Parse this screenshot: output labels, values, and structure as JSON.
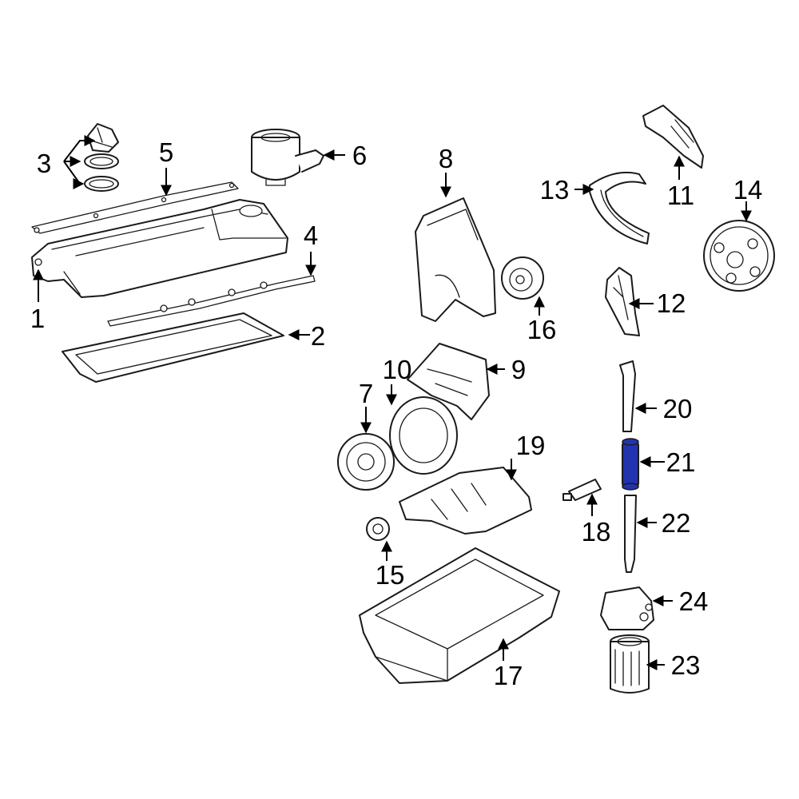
{
  "diagram": {
    "highlight_color": "#2233b0",
    "line_color": "#1a1a1a",
    "highlighted_part": "21",
    "callouts": [
      {
        "id": "1",
        "label": "1"
      },
      {
        "id": "2",
        "label": "2"
      },
      {
        "id": "3",
        "label": "3"
      },
      {
        "id": "4",
        "label": "4"
      },
      {
        "id": "5",
        "label": "5"
      },
      {
        "id": "6",
        "label": "6"
      },
      {
        "id": "7",
        "label": "7"
      },
      {
        "id": "8",
        "label": "8"
      },
      {
        "id": "9",
        "label": "9"
      },
      {
        "id": "10",
        "label": "10"
      },
      {
        "id": "11",
        "label": "11"
      },
      {
        "id": "12",
        "label": "12"
      },
      {
        "id": "13",
        "label": "13"
      },
      {
        "id": "14",
        "label": "14"
      },
      {
        "id": "15",
        "label": "15"
      },
      {
        "id": "16",
        "label": "16"
      },
      {
        "id": "17",
        "label": "17"
      },
      {
        "id": "18",
        "label": "18"
      },
      {
        "id": "19",
        "label": "19"
      },
      {
        "id": "20",
        "label": "20"
      },
      {
        "id": "21",
        "label": "21"
      },
      {
        "id": "22",
        "label": "22"
      },
      {
        "id": "23",
        "label": "23"
      },
      {
        "id": "24",
        "label": "24"
      }
    ]
  }
}
